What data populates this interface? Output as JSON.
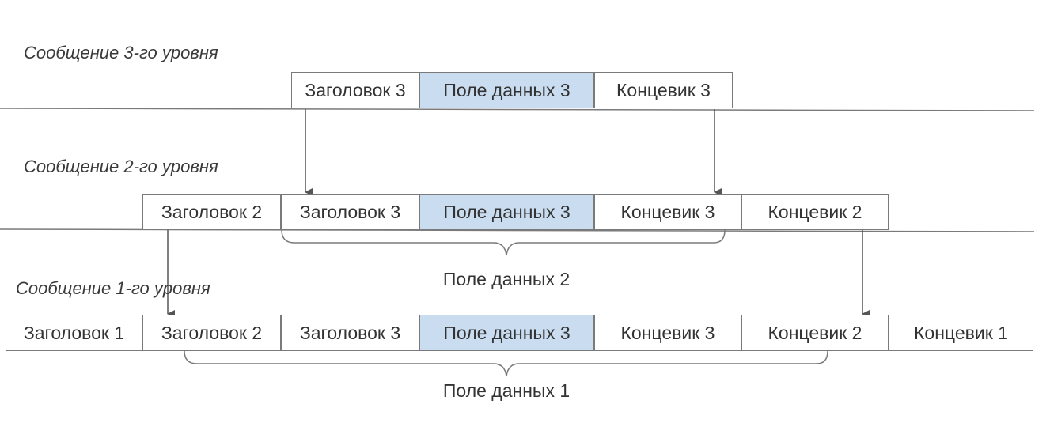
{
  "colors": {
    "line": "#7a7a7a",
    "cell_border": "#7a7a7a",
    "data_fill": "#c9dcf0",
    "text": "#333333"
  },
  "levels": [
    {
      "title": "Сообщение 3-го уровня",
      "cells": [
        {
          "label": "Заголовок 3",
          "kind": "header"
        },
        {
          "label": "Поле данных 3",
          "kind": "data"
        },
        {
          "label": "Концевик 3",
          "kind": "trailer"
        }
      ]
    },
    {
      "title": "Сообщение 2-го уровня",
      "cells": [
        {
          "label": "Заголовок 2",
          "kind": "header"
        },
        {
          "label": "Заголовок 3",
          "kind": "header"
        },
        {
          "label": "Поле данных 3",
          "kind": "data"
        },
        {
          "label": "Концевик 3",
          "kind": "trailer"
        },
        {
          "label": "Концевик 2",
          "kind": "trailer"
        }
      ],
      "brace_label": "Поле данных 2"
    },
    {
      "title": "Сообщение 1-го уровня",
      "cells": [
        {
          "label": "Заголовок 1",
          "kind": "header"
        },
        {
          "label": "Заголовок 2",
          "kind": "header"
        },
        {
          "label": "Заголовок 3",
          "kind": "header"
        },
        {
          "label": "Поле данных 3",
          "kind": "data"
        },
        {
          "label": "Концевик 3",
          "kind": "trailer"
        },
        {
          "label": "Концевик 2",
          "kind": "trailer"
        },
        {
          "label": "Концевик 1",
          "kind": "trailer"
        }
      ],
      "brace_label": "Поле данных 1"
    }
  ]
}
